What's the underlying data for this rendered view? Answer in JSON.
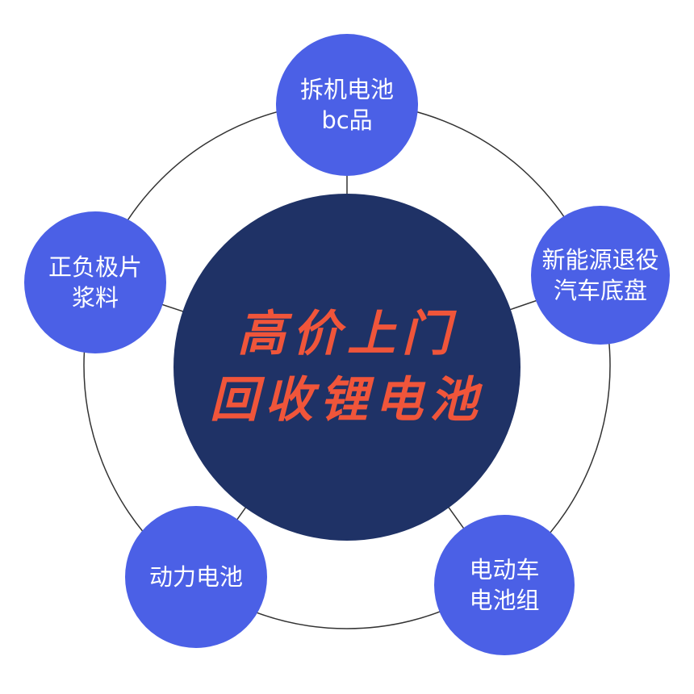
{
  "center": {
    "line1": "高价上门",
    "line2": "回收锂电池"
  },
  "nodes": [
    {
      "line1": "拆机电池",
      "line2": "bc品"
    },
    {
      "line1": "新能源退役",
      "line2": "汽车底盘"
    },
    {
      "line1": "电动车",
      "line2": "电池组"
    },
    {
      "line1": "动力电池",
      "line2": ""
    },
    {
      "line1": "正负极片",
      "line2": "浆料"
    }
  ],
  "colors": {
    "node": "#4b60e6",
    "center": "#1f3266",
    "center_text": "#f0553a",
    "ring": "#222222"
  }
}
